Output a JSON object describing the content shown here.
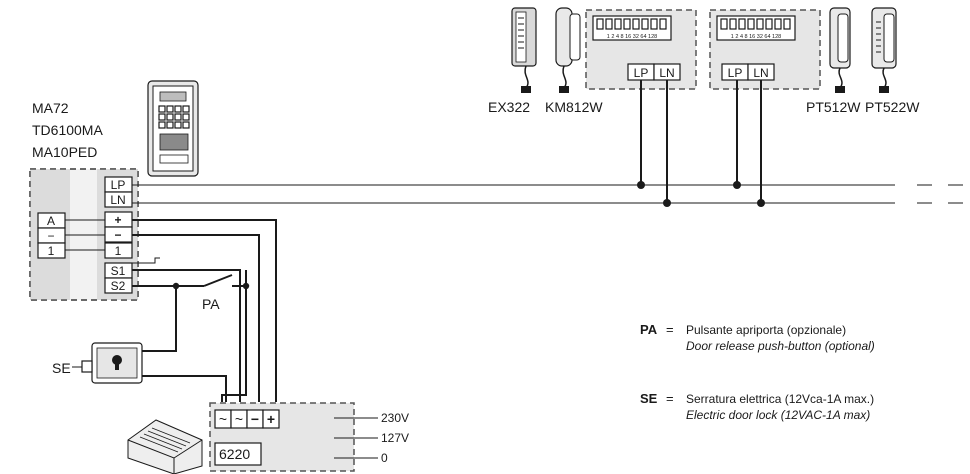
{
  "devices": {
    "entry_panel": {
      "names": [
        "MA72",
        "TD6100MA",
        "MA10PED"
      ],
      "terminals": [
        "LP",
        "LN",
        "+",
        "−",
        "1",
        "S1",
        "S2"
      ],
      "button_block": [
        "A",
        "−",
        "1"
      ]
    },
    "monitors": {
      "ex322": "EX322",
      "km812w": "KM812W",
      "pt512w": "PT512W",
      "pt522w": "PT522W"
    },
    "dip_switch": {
      "values": "1 2 4 8 16 32 64 128",
      "terminals": [
        "LP",
        "LN"
      ]
    },
    "power_supply": {
      "model": "6220",
      "terminals": [
        "~",
        "~",
        "−",
        "+"
      ],
      "inputs": [
        "230V",
        "127V",
        "0"
      ]
    },
    "labels": {
      "pa": "PA",
      "se": "SE"
    }
  },
  "legend": {
    "pa": {
      "key": "PA",
      "eq": "=",
      "it": "Pulsante apriporta (opzionale)",
      "en": "Door release push-button (optional)"
    },
    "se": {
      "key": "SE",
      "eq": "=",
      "it": "Serratura elettrica (12Vca-1A max.)",
      "en": "Electric door lock (12VAC-1A max)"
    }
  }
}
